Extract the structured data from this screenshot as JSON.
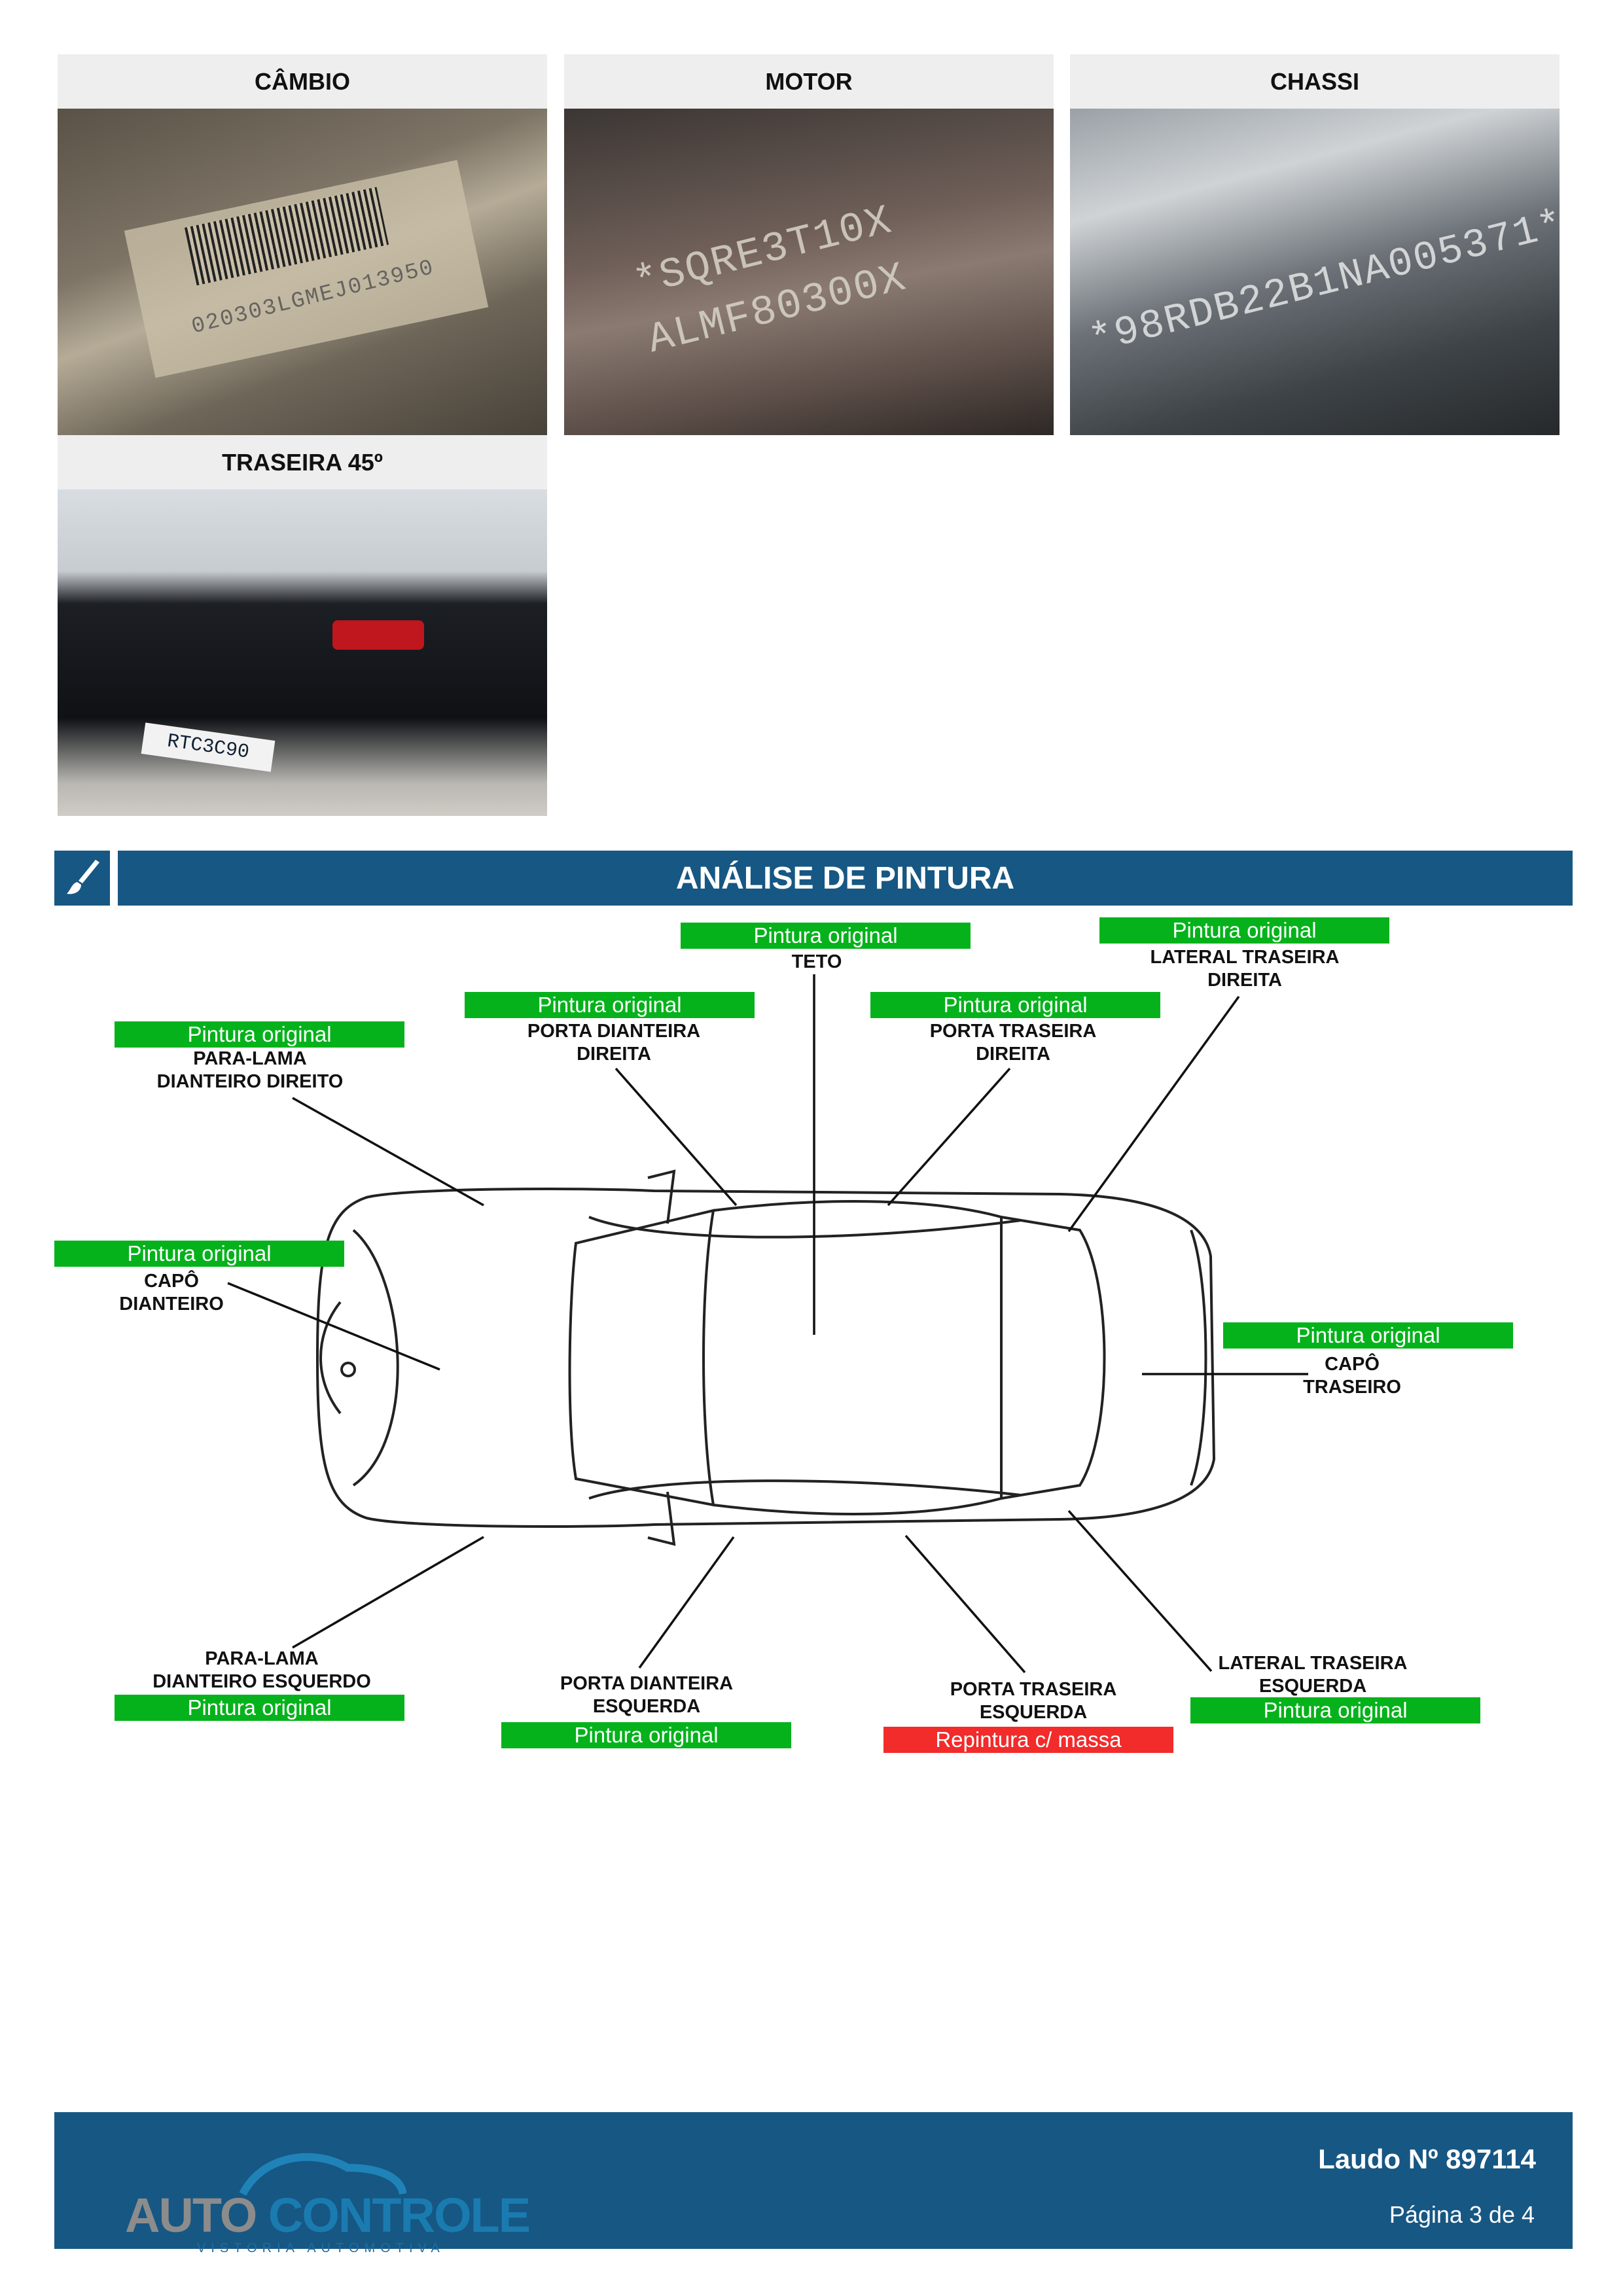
{
  "photos": [
    {
      "title": "CÂMBIO",
      "caption_text": "020303LGMEJ013950"
    },
    {
      "title": "MOTOR",
      "caption_text": "*SQRE3T10X ALMF80300X"
    },
    {
      "title": "CHASSI",
      "caption_text": "*98RDB22B1NA005371*"
    },
    {
      "title": "TRASEIRA 45º",
      "caption_text": "RTC3C90"
    }
  ],
  "section": {
    "title": "ANÁLISE DE PINTURA",
    "icon": "paintbrush-icon"
  },
  "colors": {
    "original": "#05b21b",
    "repaint": "#f22b2b",
    "brand": "#175783"
  },
  "parts": {
    "teto": {
      "name": "TETO",
      "status": "Pintura original"
    },
    "lateral_traseira_direita": {
      "name1": "LATERAL TRASEIRA",
      "name2": "DIREITA",
      "status": "Pintura original"
    },
    "para_lama_dianteiro_direito": {
      "name1": "PARA-LAMA",
      "name2": "DIANTEIRO DIREITO",
      "status": "Pintura original"
    },
    "porta_dianteira_direita": {
      "name1": "PORTA DIANTEIRA",
      "name2": "DIREITA",
      "status": "Pintura original"
    },
    "porta_traseira_direita": {
      "name1": "PORTA TRASEIRA",
      "name2": "DIREITA",
      "status": "Pintura original"
    },
    "capo_dianteiro": {
      "name1": "CAPÔ",
      "name2": "DIANTEIRO",
      "status": "Pintura original"
    },
    "capo_traseiro": {
      "name1": "CAPÔ",
      "name2": "TRASEIRO",
      "status": "Pintura original"
    },
    "para_lama_dianteiro_esquerdo": {
      "name1": "PARA-LAMA",
      "name2": "DIANTEIRO ESQUERDO",
      "status": "Pintura original"
    },
    "porta_dianteira_esquerda": {
      "name1": "PORTA DIANTEIRA",
      "name2": "ESQUERDA",
      "status": "Pintura original"
    },
    "porta_traseira_esquerda": {
      "name1": "PORTA TRASEIRA",
      "name2": "ESQUERDA",
      "status": "Repintura c/ massa"
    },
    "lateral_traseira_esquerda": {
      "name1": "LATERAL TRASEIRA",
      "name2": "ESQUERDA",
      "status": "Pintura original"
    }
  },
  "footer": {
    "logo_word1": "AUTO",
    "logo_word2": "CONTROLE",
    "logo_tagline": "VISTORIA AUTOMOTIVA",
    "report_number": "Laudo Nº 897114",
    "page": "Página 3 de 4"
  }
}
